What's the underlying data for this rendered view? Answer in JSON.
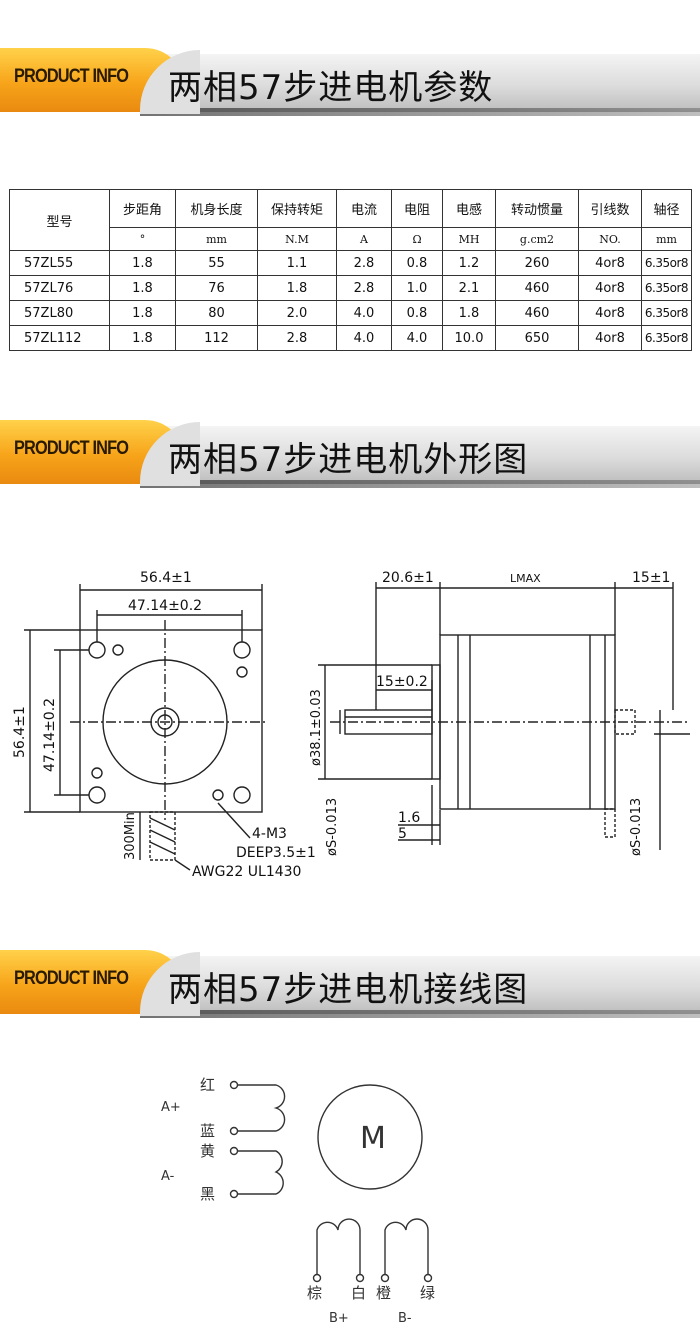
{
  "banners": [
    {
      "tag": "PRODUCT INFO",
      "title": "两相57步进电机参数"
    },
    {
      "tag": "PRODUCT INFO",
      "title": "两相57步进电机外形图"
    },
    {
      "tag": "PRODUCT INFO",
      "title": "两相57步进电机接线图"
    }
  ],
  "spec_table": {
    "headers": [
      "型号",
      "步距角",
      "机身长度",
      "保持转矩",
      "电流",
      "电阻",
      "电感",
      "转动惯量",
      "引线数",
      "轴径"
    ],
    "units": [
      "°",
      "mm",
      "N.M",
      "A",
      "Ω",
      "MH",
      "g.cm2",
      "NO.",
      "mm"
    ],
    "rows": [
      [
        "57ZL55",
        "1.8",
        "55",
        "1.1",
        "2.8",
        "0.8",
        "1.2",
        "260",
        "4or8",
        "6.35or8"
      ],
      [
        "57ZL76",
        "1.8",
        "76",
        "1.8",
        "2.8",
        "1.0",
        "2.1",
        "460",
        "4or8",
        "6.35or8"
      ],
      [
        "57ZL80",
        "1.8",
        "80",
        "2.0",
        "4.0",
        "0.8",
        "1.8",
        "460",
        "4or8",
        "6.35or8"
      ],
      [
        "57ZL112",
        "1.8",
        "112",
        "2.8",
        "4.0",
        "4.0",
        "10.0",
        "650",
        "4or8",
        "6.35or8"
      ]
    ]
  },
  "drawing": {
    "front_width": "56.4±1",
    "front_hole_spacing": "47.14±0.2",
    "front_height": "56.4±1",
    "front_hole_spacing_v": "47.14±0.2",
    "screw_spec": "4-M3",
    "screw_depth": "DEEP3.5±1",
    "lead_length": "300Min",
    "wire_spec": "AWG22  UL1430",
    "side_boss_len": "20.6±1",
    "side_lmax": "LMAX",
    "side_rear_len": "15±1",
    "side_flat_len": "15±0.2",
    "side_boss_dia": "ø38.1±0.03",
    "side_shaft_dia": "øS-0.013",
    "side_boss_thk": "1.6",
    "side_flange_thk": "5",
    "rear_shaft_dia": "øS-0.013"
  },
  "wiring": {
    "phase_a_plus": "A+",
    "phase_a_minus": "A-",
    "wire_red": "红",
    "wire_blue": "蓝",
    "wire_yellow": "黄",
    "wire_black": "黑",
    "motor_label": "M",
    "wire_brown": "棕",
    "wire_white": "白",
    "wire_orange": "橙",
    "wire_green": "绿",
    "phase_b_plus": "B+",
    "phase_b_minus": "B-"
  }
}
